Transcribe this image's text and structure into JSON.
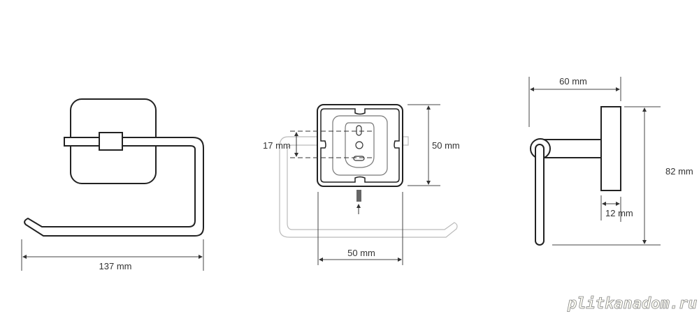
{
  "front_view": {
    "width_label": "137 mm"
  },
  "mounting_view": {
    "hole_spacing_label": "17 mm",
    "height_label": "50 mm",
    "width_label": "50 mm"
  },
  "side_view": {
    "depth_label": "60 mm",
    "height_label": "82 mm",
    "plate_thickness_label": "12 mm"
  },
  "watermark": "plitkanadom.ru"
}
